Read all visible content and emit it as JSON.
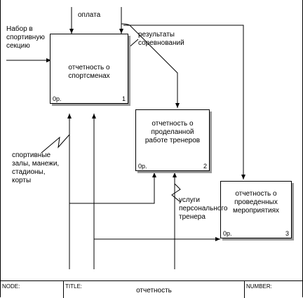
{
  "boxes": [
    {
      "title": "отчетность о спортсменах",
      "cost": "0р.",
      "number": "1"
    },
    {
      "title": "отчетность о проделанной работе тренеров",
      "cost": "0р.",
      "number": "2"
    },
    {
      "title": "отчетность о проведенных мероприятиях",
      "cost": "0р.",
      "number": "3"
    }
  ],
  "arrows": {
    "input": "Набор в спортивную секцию",
    "control_payment": "оплата",
    "results": "результаты соревнований",
    "mechanism_facilities": "спортивные залы, манежи, стадионы, корты",
    "mechanism_services": "услуги персонального тренера"
  },
  "footer": {
    "node_label": "NODE:",
    "title_label": "TITLE:",
    "title_value": "отчетность",
    "number_label": "NUMBER:"
  }
}
